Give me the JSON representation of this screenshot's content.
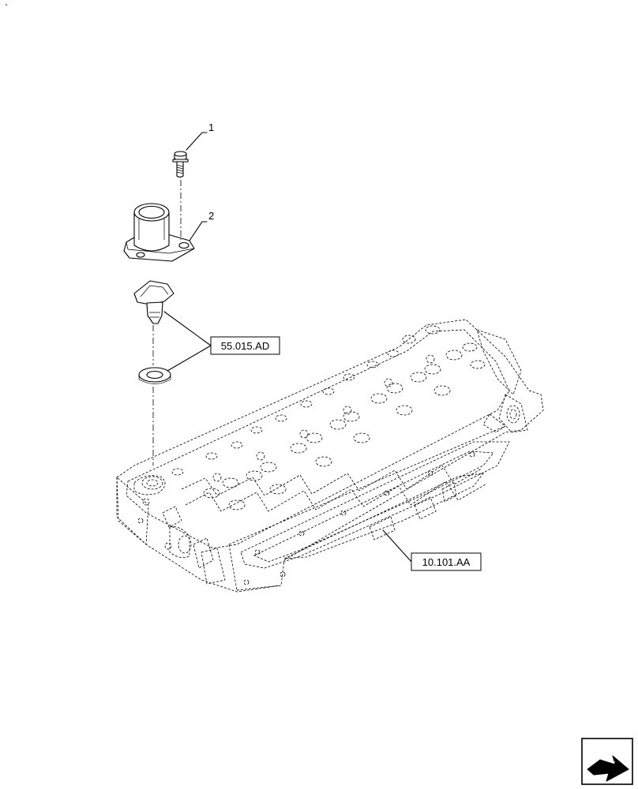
{
  "callouts": [
    {
      "number": "1"
    },
    {
      "number": "2"
    }
  ],
  "references": [
    {
      "code": "55.015.AD"
    },
    {
      "code": "10.101.AA"
    }
  ],
  "navigation": {
    "icon": "next-page-arrow-icon"
  }
}
